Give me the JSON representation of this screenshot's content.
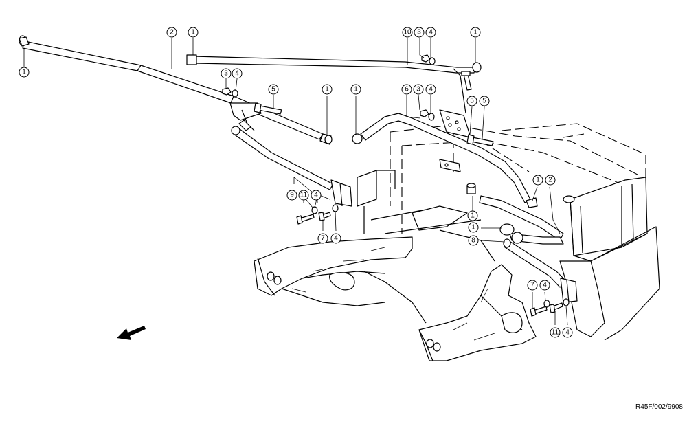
{
  "reference_code": "R45F/002/9908",
  "callouts": [
    "1",
    "2",
    "3",
    "4",
    "5",
    "6",
    "7",
    "8",
    "9",
    "10",
    "11"
  ]
}
